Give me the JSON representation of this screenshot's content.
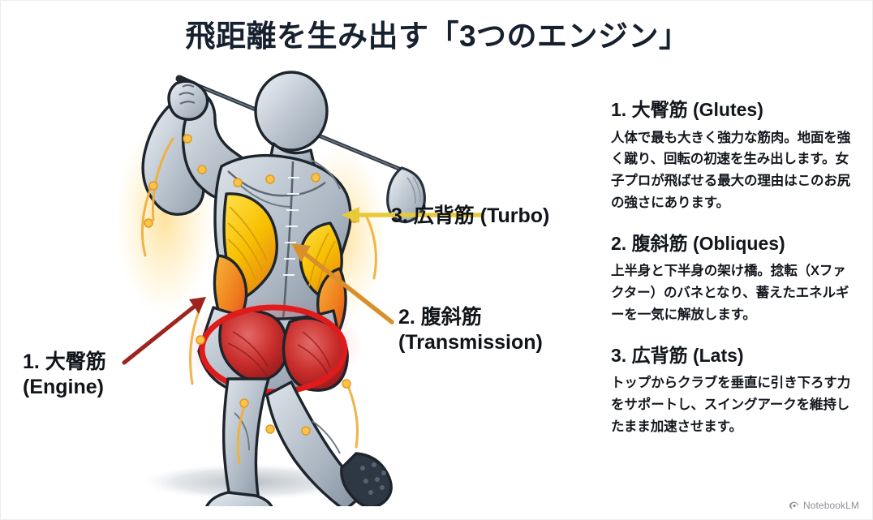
{
  "title": "飛距離を生み出す「3つのエンジン」",
  "callouts": [
    {
      "id": "lats",
      "text": "3. 広背筋 (Turbo)",
      "arrow_color": "#e8c93a"
    },
    {
      "id": "obliques",
      "text": "2. 腹斜筋\n(Transmission)",
      "arrow_color": "#d98f2a"
    },
    {
      "id": "glutes",
      "text": "1. 大臀筋\n(Engine)",
      "arrow_color": "#9e2420"
    }
  ],
  "panel": {
    "sections": [
      {
        "heading": "1. 大臀筋 (Glutes)",
        "body": "人体で最も大きく強力な筋肉。地面を強く蹴り、回転の初速を生み出します。女子プロが飛ばせる最大の理由はこのお尻の強さにあります。"
      },
      {
        "heading": "2. 腹斜筋 (Obliques)",
        "body": "上半身と下半身の架け橋。捻転（Xファクター）のバネとなり、蓄えたエネルギーを一気に解放します。"
      },
      {
        "heading": "3. 広背筋 (Lats)",
        "body": "トップからクラブを垂直に引き下ろす力をサポートし、スイングアークを維持したまま加速させます。"
      }
    ]
  },
  "watermark": {
    "label": "NotebookLM",
    "icon": "notebooklm-logo-icon"
  },
  "colors": {
    "title": "#16202e",
    "glutes_highlight": "#c4252b",
    "lats_highlight": "#f5c400",
    "obliques_highlight": "#e8801f",
    "body_gray": "#b9c2cc",
    "aura_gold": "#f0b03c"
  }
}
